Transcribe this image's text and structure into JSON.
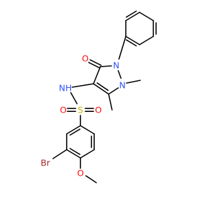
{
  "molecule": {
    "colors": {
      "bond": "#000000",
      "O": "#ff0d0d",
      "N": "#3050f8",
      "S": "#c8b400",
      "Br": "#a62929",
      "H": "#3050f8"
    },
    "labels": {
      "O_carbonyl": "O",
      "N_phenyl": "N",
      "N_methyl": "N",
      "NH": "NH",
      "S": "S",
      "O_sulfonyl_left": "O",
      "O_sulfonyl_right": "O",
      "Br": "Br",
      "O_methoxy": "O"
    }
  }
}
